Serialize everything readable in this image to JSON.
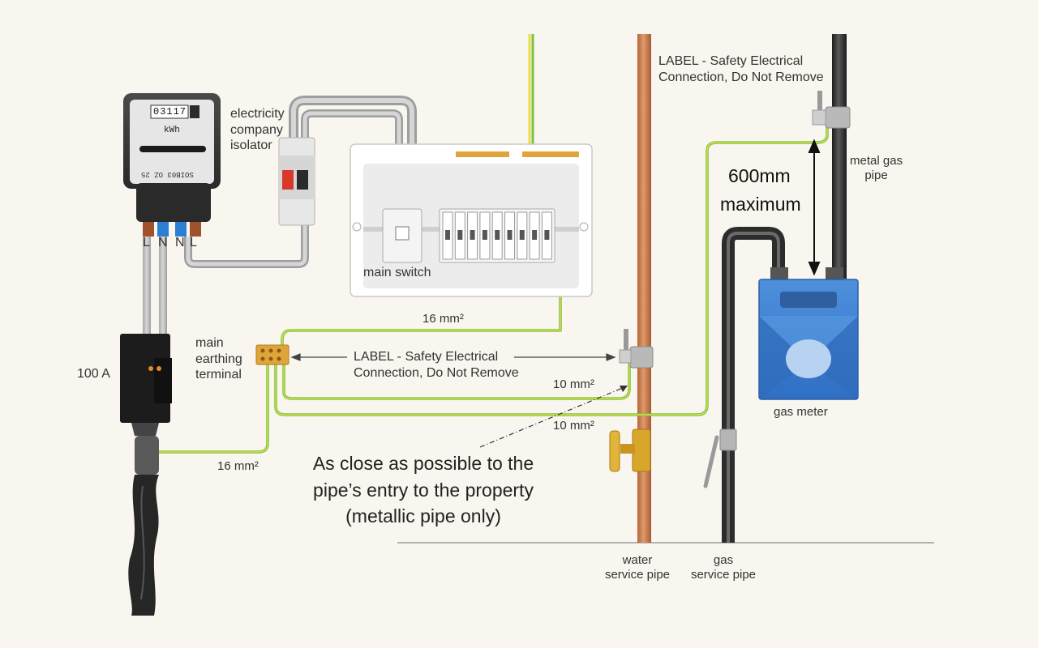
{
  "meter": {
    "reading": "03117",
    "unit": "kWh",
    "serial": "SOIB03 OZ 25",
    "terminals": [
      "L",
      "N",
      "N",
      "L"
    ]
  },
  "labels": {
    "isolator": [
      "electricity",
      "company",
      "isolator"
    ],
    "main_switch": "main switch",
    "cutout": "100 A",
    "earthing_terminal": [
      "main",
      "earthing",
      "terminal"
    ],
    "safety_label_centre": [
      "LABEL - Safety Electrical",
      "Connection, Do Not Remove"
    ],
    "safety_label_top": [
      "LABEL - Safety Electrical",
      "Connection, Do Not Remove"
    ],
    "cable_16_upper": "16 mm²",
    "cable_16_lower": "16 mm²",
    "cable_10_upper": "10 mm²",
    "cable_10_lower": "10 mm²",
    "max_distance": [
      "600mm",
      "maximum"
    ],
    "metal_gas_pipe": [
      "metal gas",
      "pipe"
    ],
    "gas_meter": "gas meter",
    "note": [
      "As close as possible to the",
      "pipe’s entry to the property",
      "(metallic pipe only)"
    ],
    "water_pipe": [
      "water",
      "service pipe"
    ],
    "gas_pipe": [
      "gas",
      "service pipe"
    ]
  },
  "colors": {
    "background": "#f8f6ef",
    "earth_green": "#7cc242",
    "earth_yellow": "#e8e04a",
    "copper_pipe": "#c8784a",
    "gas_meter_blue": "#3d7fd0",
    "terminal_orange": "#e0a53a",
    "brown_live": "#a0522d",
    "blue_neutral": "#2a7fd4"
  }
}
